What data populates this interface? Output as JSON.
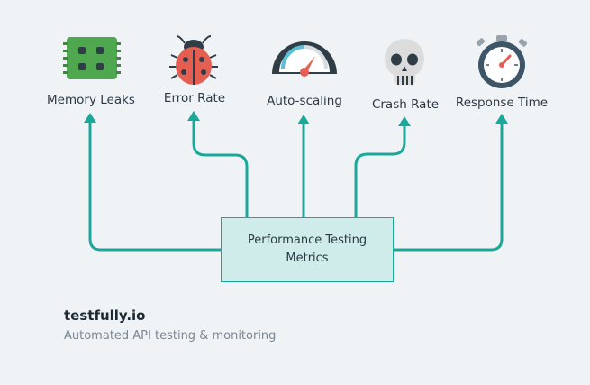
{
  "diagram": {
    "center": {
      "line1": "Performance Testing",
      "line2": "Metrics"
    },
    "metrics": [
      {
        "label": "Memory Leaks",
        "icon": "memory-chip-icon"
      },
      {
        "label": "Error Rate",
        "icon": "ladybug-icon"
      },
      {
        "label": "Auto-scaling",
        "icon": "gauge-icon"
      },
      {
        "label": "Crash Rate",
        "icon": "skull-icon"
      },
      {
        "label": "Response Time",
        "icon": "stopwatch-icon"
      }
    ],
    "colors": {
      "connector": "#1ba89a",
      "box_fill": "#cfeceb",
      "background": "#f0f3f6"
    }
  },
  "brand": {
    "name": "testfully.io",
    "tagline": "Automated API testing & monitoring"
  }
}
